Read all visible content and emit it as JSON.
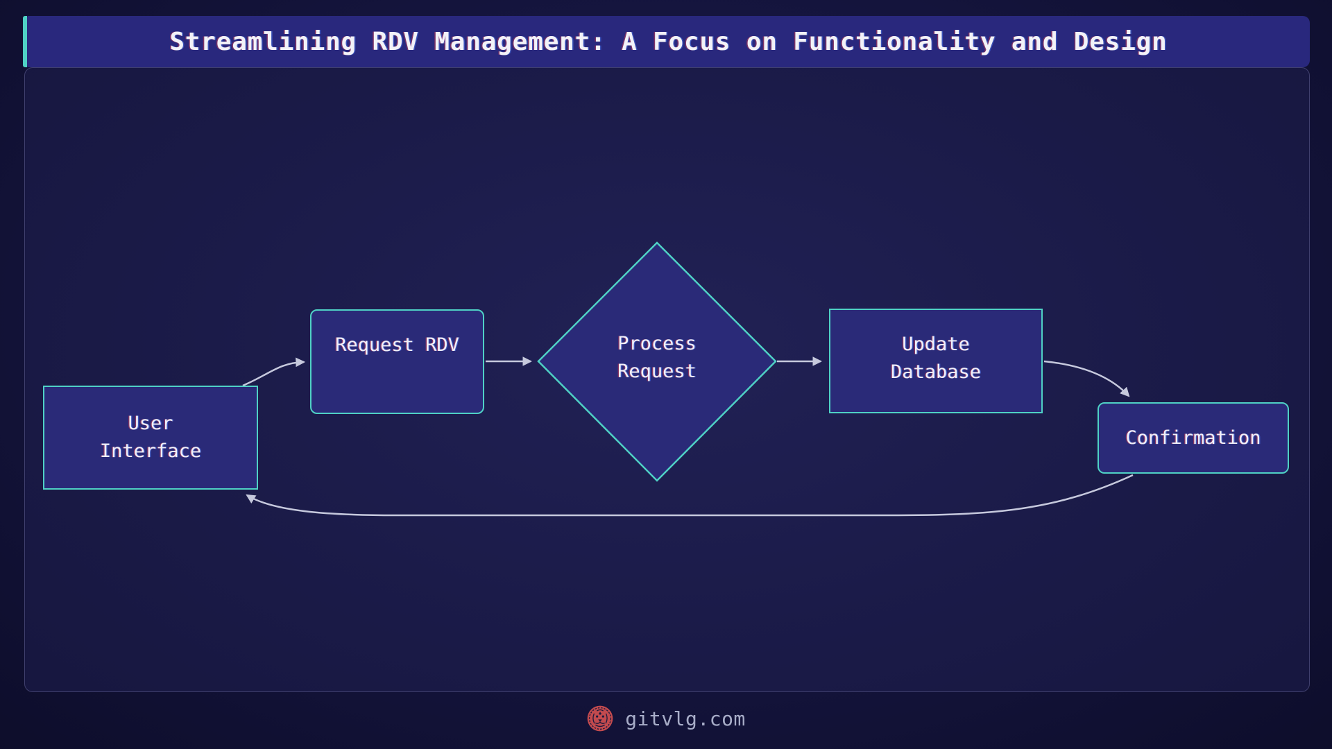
{
  "header": {
    "title": "Streamlining RDV Management: A Focus on Functionality and Design"
  },
  "diagram": {
    "nodes": [
      {
        "id": "user-interface",
        "shape": "rectangle",
        "label_lines": [
          "User",
          "Interface"
        ]
      },
      {
        "id": "request-rdv",
        "shape": "rounded-rectangle",
        "label_lines": [
          "Request RDV"
        ]
      },
      {
        "id": "process-request",
        "shape": "diamond",
        "label_lines": [
          "Process",
          "Request"
        ]
      },
      {
        "id": "update-database",
        "shape": "rectangle",
        "label_lines": [
          "Update",
          "Database"
        ]
      },
      {
        "id": "confirmation",
        "shape": "rounded-rectangle",
        "label_lines": [
          "Confirmation"
        ]
      }
    ],
    "edges": [
      {
        "from": "user-interface",
        "to": "request-rdv"
      },
      {
        "from": "request-rdv",
        "to": "process-request"
      },
      {
        "from": "process-request",
        "to": "update-database"
      },
      {
        "from": "update-database",
        "to": "confirmation"
      },
      {
        "from": "confirmation",
        "to": "user-interface"
      }
    ]
  },
  "footer": {
    "site": "gitvlg.com",
    "logo": "lion-coin-icon"
  },
  "colors": {
    "accent": "#4fd1c5",
    "title_bg": "#29287d",
    "title_text": "#f2f2f8",
    "panel_bg": "#1b1b49",
    "page_bg": "#121236",
    "node_fill": "#2a2a78",
    "node_border": "#4fd1c5",
    "node_text": "#f0f0fa",
    "connector": "#c6c9dd",
    "footer_text": "#a8adc8",
    "logo_red": "#c24a4e"
  }
}
